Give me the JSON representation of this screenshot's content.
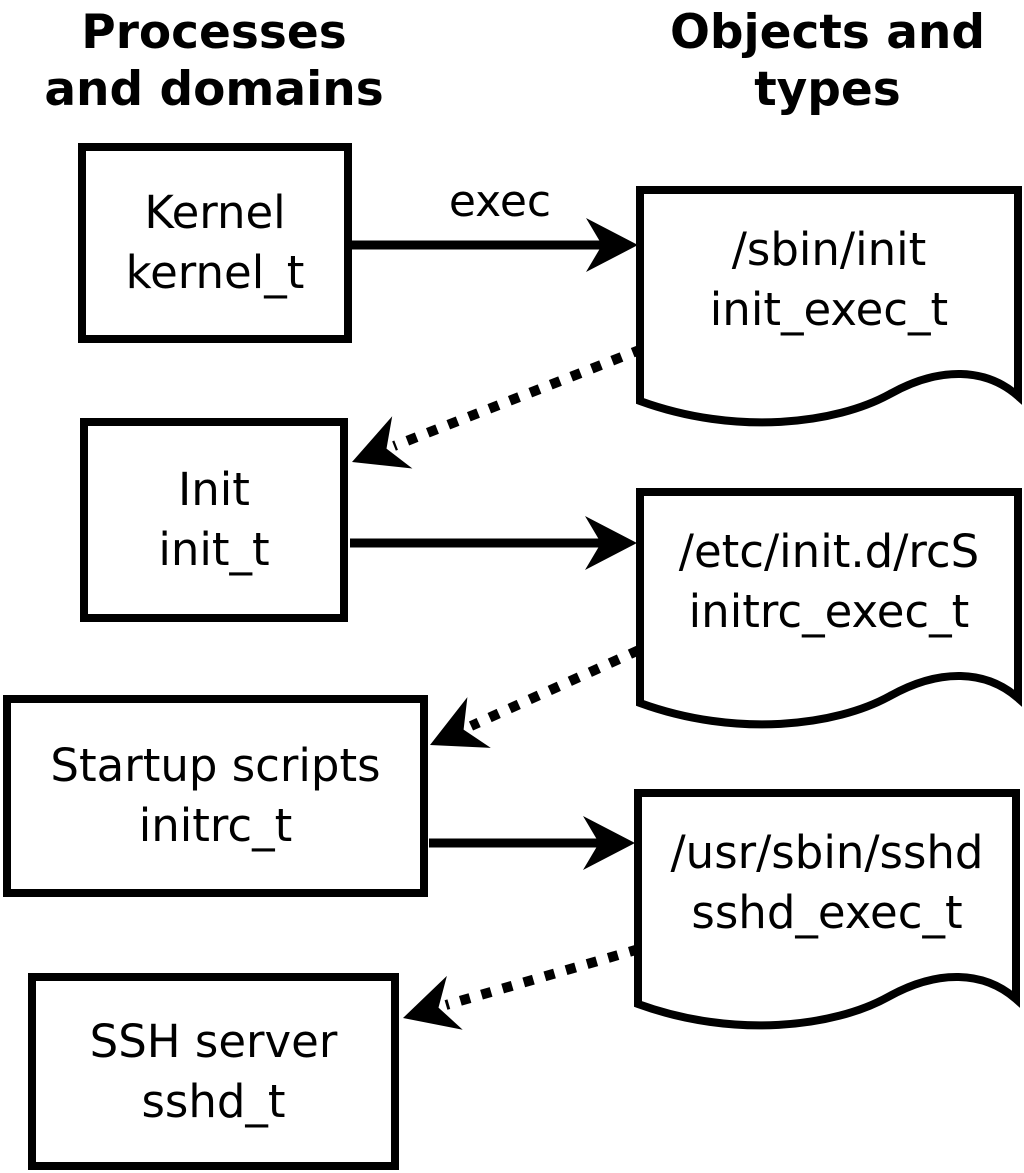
{
  "headers": {
    "left": "Processes\nand domains",
    "right": "Objects and\ntypes"
  },
  "processes": [
    {
      "label": "Kernel",
      "type": "kernel_t"
    },
    {
      "label": "Init",
      "type": "init_t"
    },
    {
      "label": "Startup scripts",
      "type": "initrc_t"
    },
    {
      "label": "SSH server",
      "type": "sshd_t"
    }
  ],
  "objects": [
    {
      "path": "/sbin/init",
      "type": "init_exec_t"
    },
    {
      "path": "/etc/init.d/rcS",
      "type": "initrc_exec_t"
    },
    {
      "path": "/usr/sbin/sshd",
      "type": "sshd_exec_t"
    }
  ],
  "arrows": {
    "exec_label": "exec",
    "edges": [
      {
        "from": "kernel_t",
        "to": "init_exec_t",
        "style": "solid",
        "label": "exec"
      },
      {
        "from": "init_exec_t",
        "to": "init_t",
        "style": "dotted",
        "label": ""
      },
      {
        "from": "init_t",
        "to": "initrc_exec_t",
        "style": "solid",
        "label": ""
      },
      {
        "from": "initrc_exec_t",
        "to": "initrc_t",
        "style": "dotted",
        "label": ""
      },
      {
        "from": "initrc_t",
        "to": "sshd_exec_t",
        "style": "solid",
        "label": ""
      },
      {
        "from": "sshd_exec_t",
        "to": "sshd_t",
        "style": "dotted",
        "label": ""
      }
    ]
  },
  "colors": {
    "foreground": "#000000",
    "background": "#ffffff"
  }
}
